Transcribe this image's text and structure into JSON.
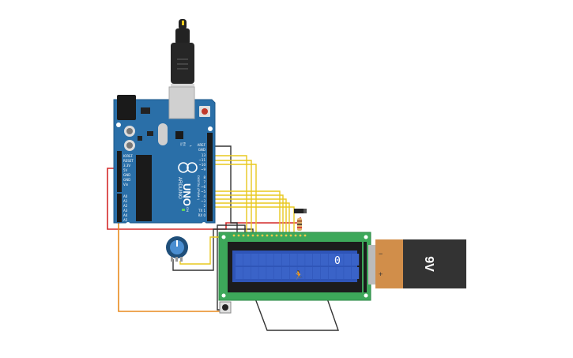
{
  "arduino": {
    "brand": "ARDUINO",
    "model": "UNO",
    "power_header_labels": [
      "IOREF",
      "RESET",
      "3.3V",
      "5V",
      "GND",
      "GND",
      "Vin"
    ],
    "analog_labels": [
      "A0",
      "A1",
      "A2",
      "A3",
      "A4",
      "A5"
    ],
    "digital_labels": [
      "AREF",
      "GND",
      "13",
      "~11",
      "~10",
      "~9",
      "8",
      "7",
      "~6",
      "~5",
      "4",
      "~3",
      "2",
      "TX 1",
      "RX 0"
    ],
    "digital_header_title": "DIGITAL (PWM~)",
    "on_label": "ON",
    "tx_label": "TX",
    "rx_label": "RX",
    "l_label": "L",
    "colors": {
      "board": "#2a6fa8",
      "board_edge": "#1f5a8a"
    }
  },
  "lcd": {
    "display_text": "0",
    "figure_glyph": "🏃",
    "colors": {
      "pcb": "#3da85a",
      "screen": "#2f55b8",
      "cell": "#3a63c8"
    }
  },
  "battery": {
    "label": "9V",
    "minus_label": "−",
    "plus_label": "+",
    "colors": {
      "body": "#333333",
      "cap": "#d18e4a"
    }
  },
  "components": {
    "potentiometer": "potentiometer",
    "push_button": "push-button",
    "resistor": "resistor",
    "transistor": "transistor"
  },
  "wire_colors": {
    "yellow": "#e8c81e",
    "red": "#d42a2a",
    "black": "#333333",
    "orange": "#e88a1e"
  }
}
